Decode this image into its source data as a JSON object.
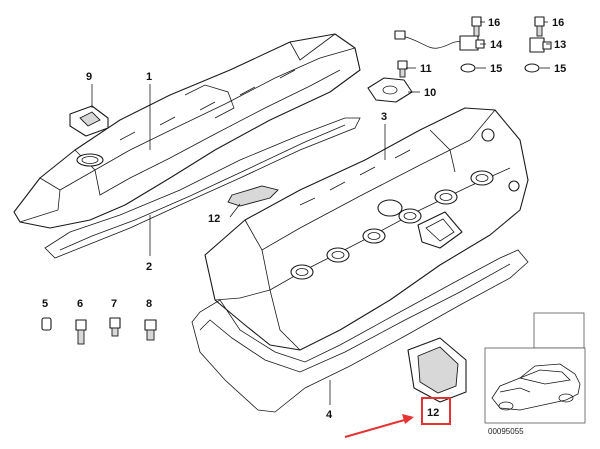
{
  "callouts": {
    "n1": "1",
    "n2": "2",
    "n3": "3",
    "n4": "4",
    "n5": "5",
    "n6": "6",
    "n7": "7",
    "n8": "8",
    "n9": "9",
    "n10": "10",
    "n11": "11",
    "n12_top": "12",
    "n12_bottom": "12",
    "n13": "13",
    "n14": "14",
    "n15_a": "15",
    "n15_b": "15",
    "n16_a": "16",
    "n16_b": "16"
  },
  "highlight": {
    "label": "12",
    "color": "#e53333"
  },
  "inset": {
    "code": "00095055"
  },
  "colors": {
    "arrow": "#e53333",
    "line": "#1a1a1a"
  }
}
